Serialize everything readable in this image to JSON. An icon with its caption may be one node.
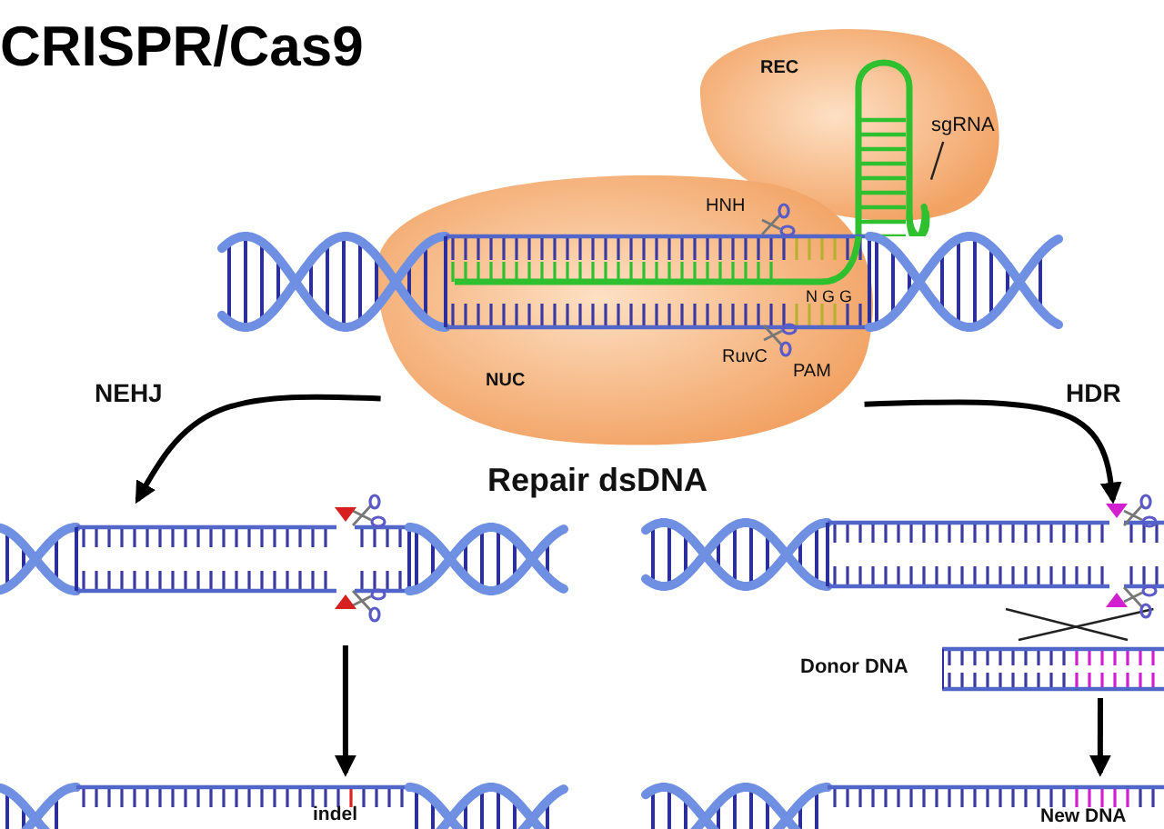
{
  "diagram": {
    "title": "CRISPR/Cas9",
    "nodes": [
      {
        "text": [
          "REC"
        ]
      },
      {
        "text": [
          "sgRNA"
        ],
        "in": 0
      },
      {
        "text": [],
        "shape": "picture"
      },
      {
        "text": [
          "NUC"
        ]
      },
      {
        "text": [],
        "shape": "picture"
      },
      {
        "text": [],
        "shape": "picture"
      },
      {
        "text": [
          "Donor DNA"
        ]
      },
      {
        "text": [
          "indel"
        ]
      },
      {
        "text": [
          "New DNA"
        ]
      }
    ],
    "edges": [
      {
        "from": 1,
        "to": 2,
        "arrow": "none"
      },
      {
        "from": 3,
        "to": 4,
        "arrow": "to",
        "label": "NEHJ"
      },
      {
        "from": 3,
        "to": 5,
        "arrow": "to",
        "label": "HDR"
      },
      {
        "from": 4,
        "to": 7,
        "arrow": "to"
      },
      {
        "from": 6,
        "to": 8,
        "arrow": "to"
      },
      {
        "from": 5,
        "to": 6,
        "arrow": "none"
      },
      {
        "from": 5,
        "to": 6,
        "arrow": "none"
      }
    ],
    "labels": [
      "HNH",
      "N G G",
      "RuvC",
      "PAM",
      "Repair dsDNA"
    ]
  }
}
